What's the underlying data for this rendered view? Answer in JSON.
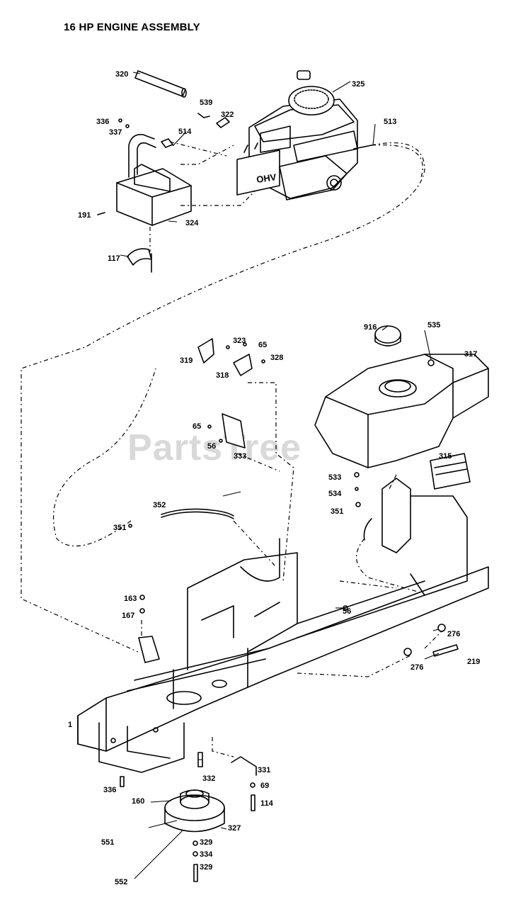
{
  "title": "16 HP ENGINE ASSEMBLY",
  "watermark": "PartsTree",
  "engine_badge": "OHV",
  "callouts": {
    "p320": "320",
    "p539": "539",
    "p322": "322",
    "p325": "325",
    "p336a": "336",
    "p337": "337",
    "p514": "514",
    "p513": "513",
    "p191": "191",
    "p324": "324",
    "p117": "117",
    "p916": "916",
    "p535": "535",
    "p317": "317",
    "p323": "323",
    "p65a": "65",
    "p319": "319",
    "p328a": "328",
    "p318": "318",
    "p65b": "65",
    "p56a": "56",
    "p333": "333",
    "p315": "315",
    "p533": "533",
    "p534": "534",
    "p351a": "351",
    "p352": "352",
    "p351b": "351",
    "p163": "163",
    "p167": "167",
    "p56b": "56",
    "p276a": "276",
    "p276b": "276",
    "p219": "219",
    "p1": "1",
    "p331": "331",
    "p69": "69",
    "p114": "114",
    "p336b": "336",
    "p332": "332",
    "p160": "160",
    "p327": "327",
    "p551": "551",
    "p329a": "329",
    "p334": "334",
    "p329b": "329",
    "p552": "552"
  },
  "colors": {
    "ink": "#000000",
    "watermark": "#d9d9d9",
    "background": "#ffffff"
  }
}
